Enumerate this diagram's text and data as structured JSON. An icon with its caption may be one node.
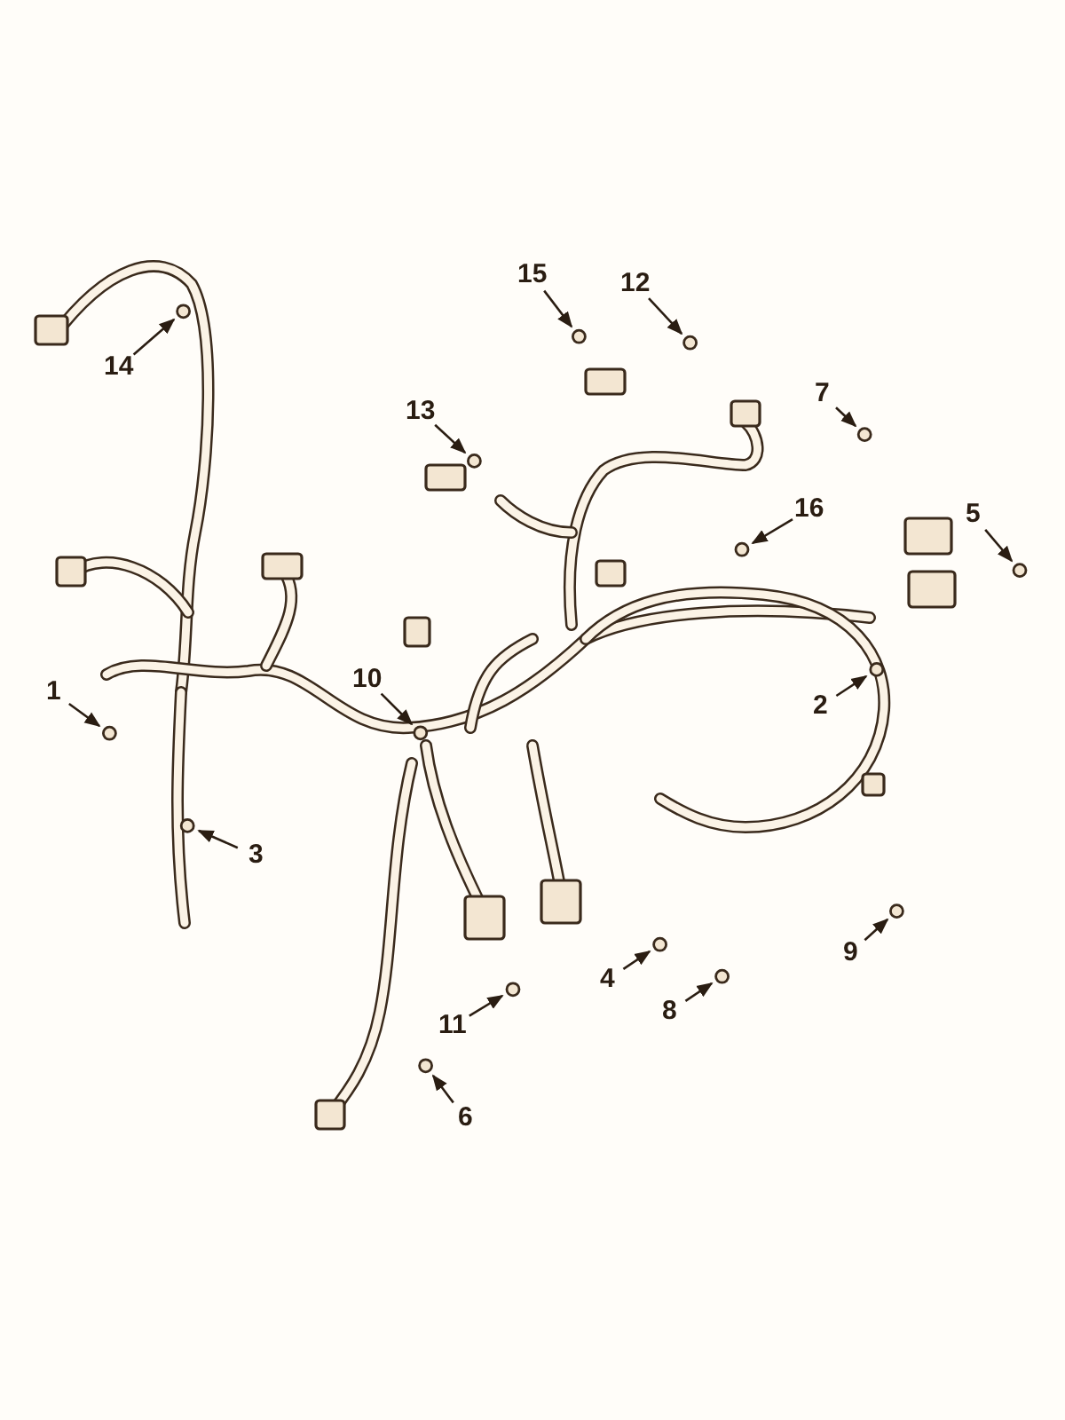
{
  "diagram": {
    "nodes": [
      {
        "text": [
          "15"
        ]
      },
      {
        "text": [
          "12"
        ]
      },
      {
        "text": [
          "7"
        ]
      },
      {
        "text": [
          "13"
        ]
      },
      {
        "text": [
          "14"
        ]
      },
      {
        "text": [
          "16"
        ]
      },
      {
        "text": [
          "5"
        ]
      },
      {
        "text": [
          "10"
        ]
      },
      {
        "text": [
          "1"
        ]
      },
      {
        "text": [
          "2"
        ]
      },
      {
        "text": [
          "3"
        ]
      },
      {
        "text": [
          "9"
        ]
      },
      {
        "text": [
          "4"
        ]
      },
      {
        "text": [
          "8"
        ]
      },
      {
        "text": [
          "11"
        ]
      },
      {
        "text": [
          "6"
        ]
      }
    ],
    "edges": [
      {
        "from": 0,
        "to": null,
        "arrow": "to"
      },
      {
        "from": 1,
        "to": null,
        "arrow": "to"
      },
      {
        "from": 2,
        "to": null,
        "arrow": "to"
      },
      {
        "from": 3,
        "to": null,
        "arrow": "to"
      },
      {
        "from": 4,
        "to": null,
        "arrow": "to"
      },
      {
        "from": 5,
        "to": null,
        "arrow": "to"
      },
      {
        "from": 6,
        "to": null,
        "arrow": "to"
      },
      {
        "from": 7,
        "to": null,
        "arrow": "to"
      },
      {
        "from": 8,
        "to": null,
        "arrow": "to"
      },
      {
        "from": 9,
        "to": null,
        "arrow": "to"
      },
      {
        "from": 10,
        "to": null,
        "arrow": "to"
      },
      {
        "from": 11,
        "to": null,
        "arrow": "to"
      },
      {
        "from": 12,
        "to": null,
        "arrow": "to"
      },
      {
        "from": 13,
        "to": null,
        "arrow": "to"
      },
      {
        "from": 14,
        "to": null,
        "arrow": "to"
      },
      {
        "from": 15,
        "to": null,
        "arrow": "to"
      }
    ]
  }
}
